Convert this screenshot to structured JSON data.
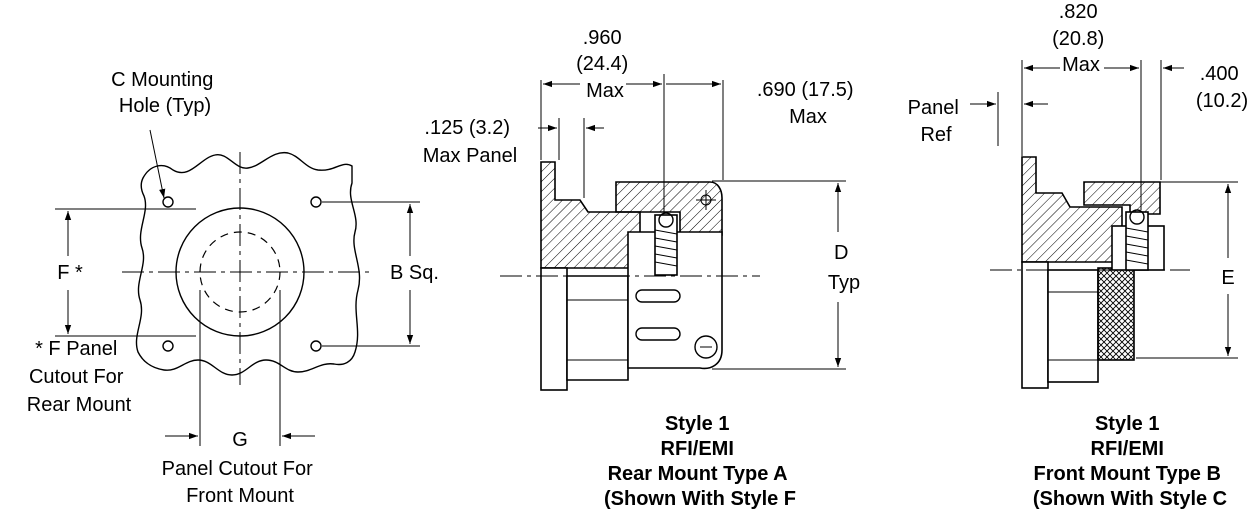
{
  "left_view": {
    "mounting_hole_label": [
      "C Mounting",
      "Hole (Typ)"
    ],
    "f_label": "F *",
    "b_label": "B Sq.",
    "f_note": [
      "* F Panel",
      "Cutout For",
      "Rear Mount"
    ],
    "g_label": "G",
    "g_note": [
      "Panel Cutout For",
      "Front Mount"
    ]
  },
  "middle_view": {
    "dim_960": [
      ".960",
      "(24.4)",
      "Max"
    ],
    "dim_690": [
      ".690 (17.5)",
      "Max"
    ],
    "dim_125": [
      ".125 (3.2)",
      "Max Panel"
    ],
    "d_label": [
      "D",
      "Typ"
    ],
    "caption": [
      "Style 1",
      "RFI/EMI",
      "Rear Mount Type A",
      "(Shown With Style F"
    ]
  },
  "right_view": {
    "dim_820": [
      ".820",
      "(20.8)",
      "Max"
    ],
    "dim_400": [
      ".400",
      "(10.2)"
    ],
    "panel_ref": [
      "Panel",
      "Ref"
    ],
    "e_label": "E",
    "caption": [
      "Style 1",
      "RFI/EMI",
      "Front Mount Type B",
      "(Shown With Style C"
    ]
  }
}
